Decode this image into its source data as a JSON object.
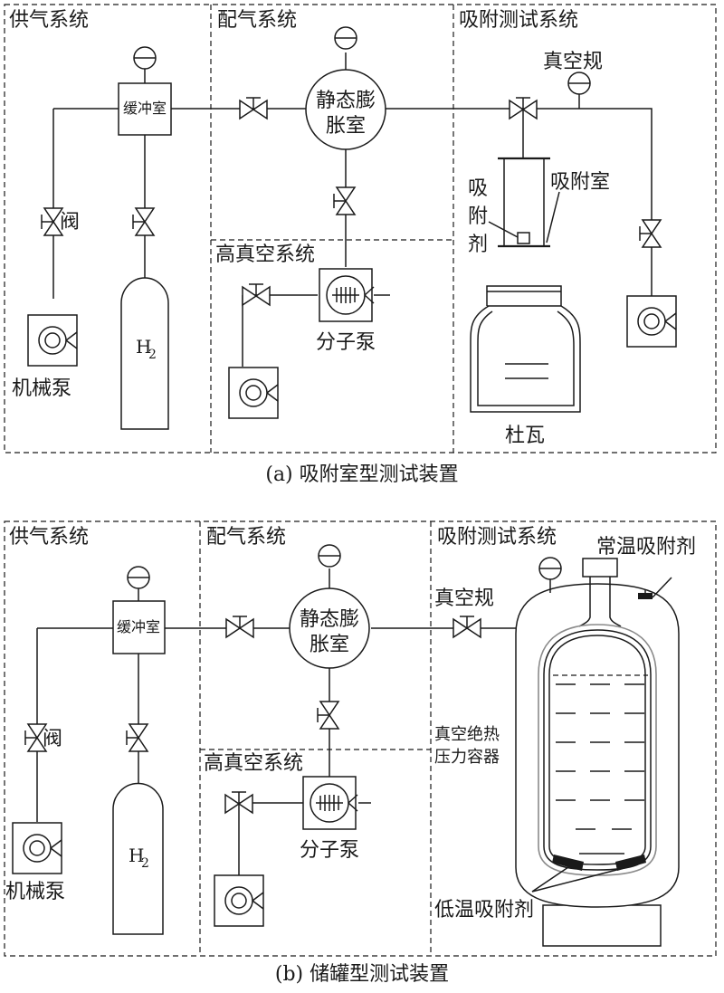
{
  "panel_a": {
    "caption": "(a) 吸附室型测试装置",
    "sections": {
      "supply": "供气系统",
      "mixing": "配气系统",
      "adsorption": "吸附测试系统",
      "high_vacuum": "高真空系统"
    },
    "labels": {
      "buffer": "缓冲室",
      "chamber_line1": "静态膨",
      "chamber_line2": "胀室",
      "vacuum_gauge": "真空规",
      "adsorption_chamber": "吸附室",
      "adsorbent_1": "吸",
      "adsorbent_2": "附",
      "adsorbent_3": "剂",
      "valve": "阀",
      "mech_pump": "机械泵",
      "h2": "H",
      "h2_sub": "2",
      "molecular_pump": "分子泵",
      "dewar": "杜瓦"
    }
  },
  "panel_b": {
    "caption": "(b) 储罐型测试装置",
    "sections": {
      "supply": "供气系统",
      "mixing": "配气系统",
      "adsorption": "吸附测试系统",
      "high_vacuum": "高真空系统"
    },
    "labels": {
      "buffer": "缓冲室",
      "chamber_line1": "静态膨",
      "chamber_line2": "胀室",
      "vacuum_gauge": "真空规",
      "room_temp_adsorbent": "常温吸附剂",
      "vessel_line1": "真空绝热",
      "vessel_line2": "压力容器",
      "low_temp_adsorbent": "低温吸附剂",
      "valve": "阀",
      "mech_pump": "机械泵",
      "h2": "H",
      "h2_sub": "2",
      "molecular_pump": "分子泵"
    }
  }
}
